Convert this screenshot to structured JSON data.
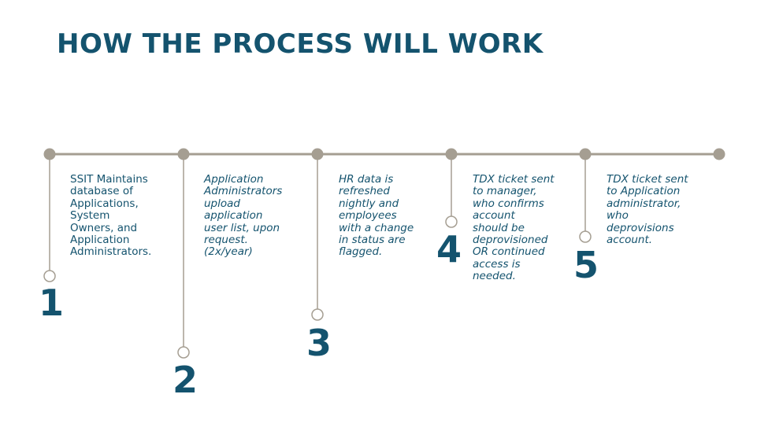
{
  "slide": {
    "title": "HOW THE PROCESS WILL WORK"
  },
  "colors": {
    "title": "#14536e",
    "text": "#14536e",
    "timeline": "#a59e92",
    "node_fill": "#a59e92",
    "marker_fill": "#ffffff",
    "text_highlight": "#f2f2f2"
  },
  "steps": [
    {
      "number": "1",
      "text": "SSIT Maintains\ndatabase of\nApplications,\nSystem\nOwners, and\nApplication\nAdministrators."
    },
    {
      "number": "2",
      "text": "Application\nAdministrators\nupload\napplication\nuser list, upon\nrequest.\n(2x/year)"
    },
    {
      "number": "3",
      "text": "HR data is\nrefreshed\nnightly and\nemployees\nwith a change\nin status are\nflagged."
    },
    {
      "number": "4",
      "text": "TDX ticket sent\nto manager,\nwho confirms\naccount\nshould be\ndeprovisioned\nOR continued\naccess is\nneeded."
    },
    {
      "number": "5",
      "text": "TDX ticket sent\nto Application\nadministrator,\nwho\ndeprovisions\naccount."
    }
  ]
}
